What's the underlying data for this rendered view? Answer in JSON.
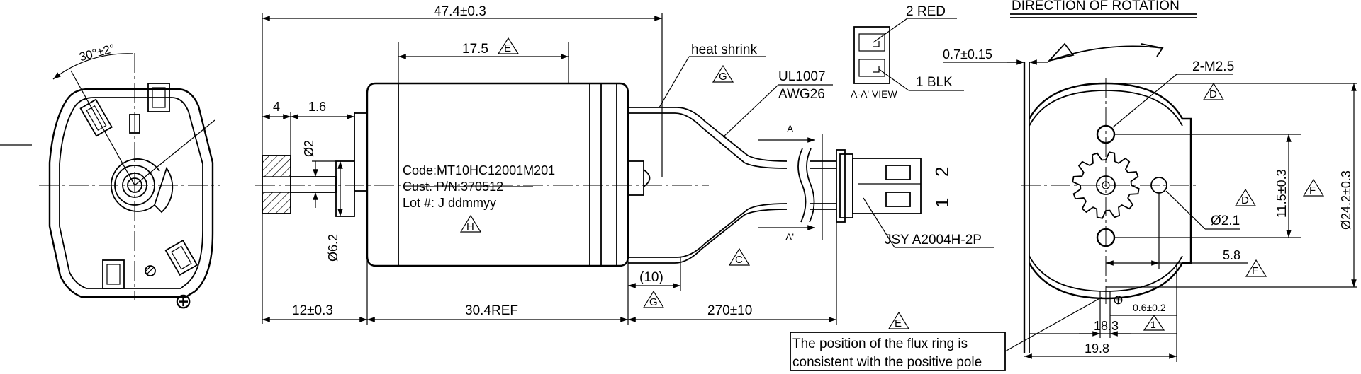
{
  "title": "DIRECTION OF ROTATION",
  "front_view": {
    "angle_label": "30°±2°"
  },
  "dimensions": {
    "overall_length": "47.4±0.3",
    "body_seg": "17.5",
    "shaft_4": "4",
    "shaft_1_6": "1.6",
    "dia_2": "Ø2",
    "dia_6_2": "Ø6.2",
    "front_12": "12±0.3",
    "body_ref": "30.4REF",
    "lead_10": "(10)",
    "lead_270": "270±10",
    "gap_0_7": "0.7±0.15",
    "dim_11_5": "11.5±0.3",
    "dia_24_2": "Ø24.2±0.3",
    "dim_5_8": "5.8",
    "dim_0_6": "0.6±0.2",
    "dim_18_3": "18.3",
    "dim_19_8": "19.8",
    "dia_2_1": "Ø2.1",
    "screws": "2-M2.5"
  },
  "markers": {
    "E": "E",
    "G": "G",
    "H": "H",
    "C": "C",
    "D": "D",
    "F": "F",
    "one": "1",
    "plus": "⊕"
  },
  "notes": {
    "heat_shrink": "heat shrink",
    "wire_spec_1": "UL1007",
    "wire_spec_2": "AWG26",
    "connector": "JSY A2004H-2P",
    "red_wire": "2 RED",
    "blk_wire": "1 BLK",
    "section_view": "A-A' VIEW",
    "section_a": "A",
    "section_a_prime": "A'",
    "pin_2": "2",
    "pin_1": "1",
    "flux_note_1": "The position of the flux ring is",
    "flux_note_2": "consistent with the positive pole"
  },
  "label_text": {
    "code": "Code:MT10HC12001M201",
    "cust_pn": "Cust. P/N:370512",
    "lot": "Lot #: J ddmmyy"
  }
}
